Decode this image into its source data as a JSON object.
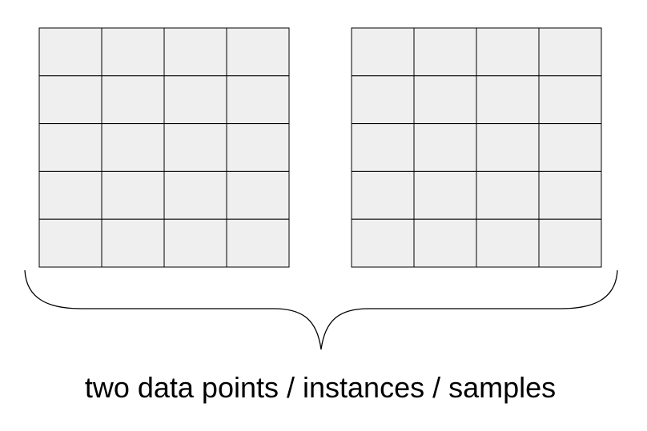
{
  "diagram": {
    "caption": "two data points / instances / samples",
    "grids": [
      {
        "name": "grid-left",
        "rows": 5,
        "cols": 4
      },
      {
        "name": "grid-right",
        "rows": 5,
        "cols": 4
      }
    ],
    "colors": {
      "cell_fill": "#efefef",
      "stroke": "#000000",
      "background": "#ffffff"
    }
  }
}
